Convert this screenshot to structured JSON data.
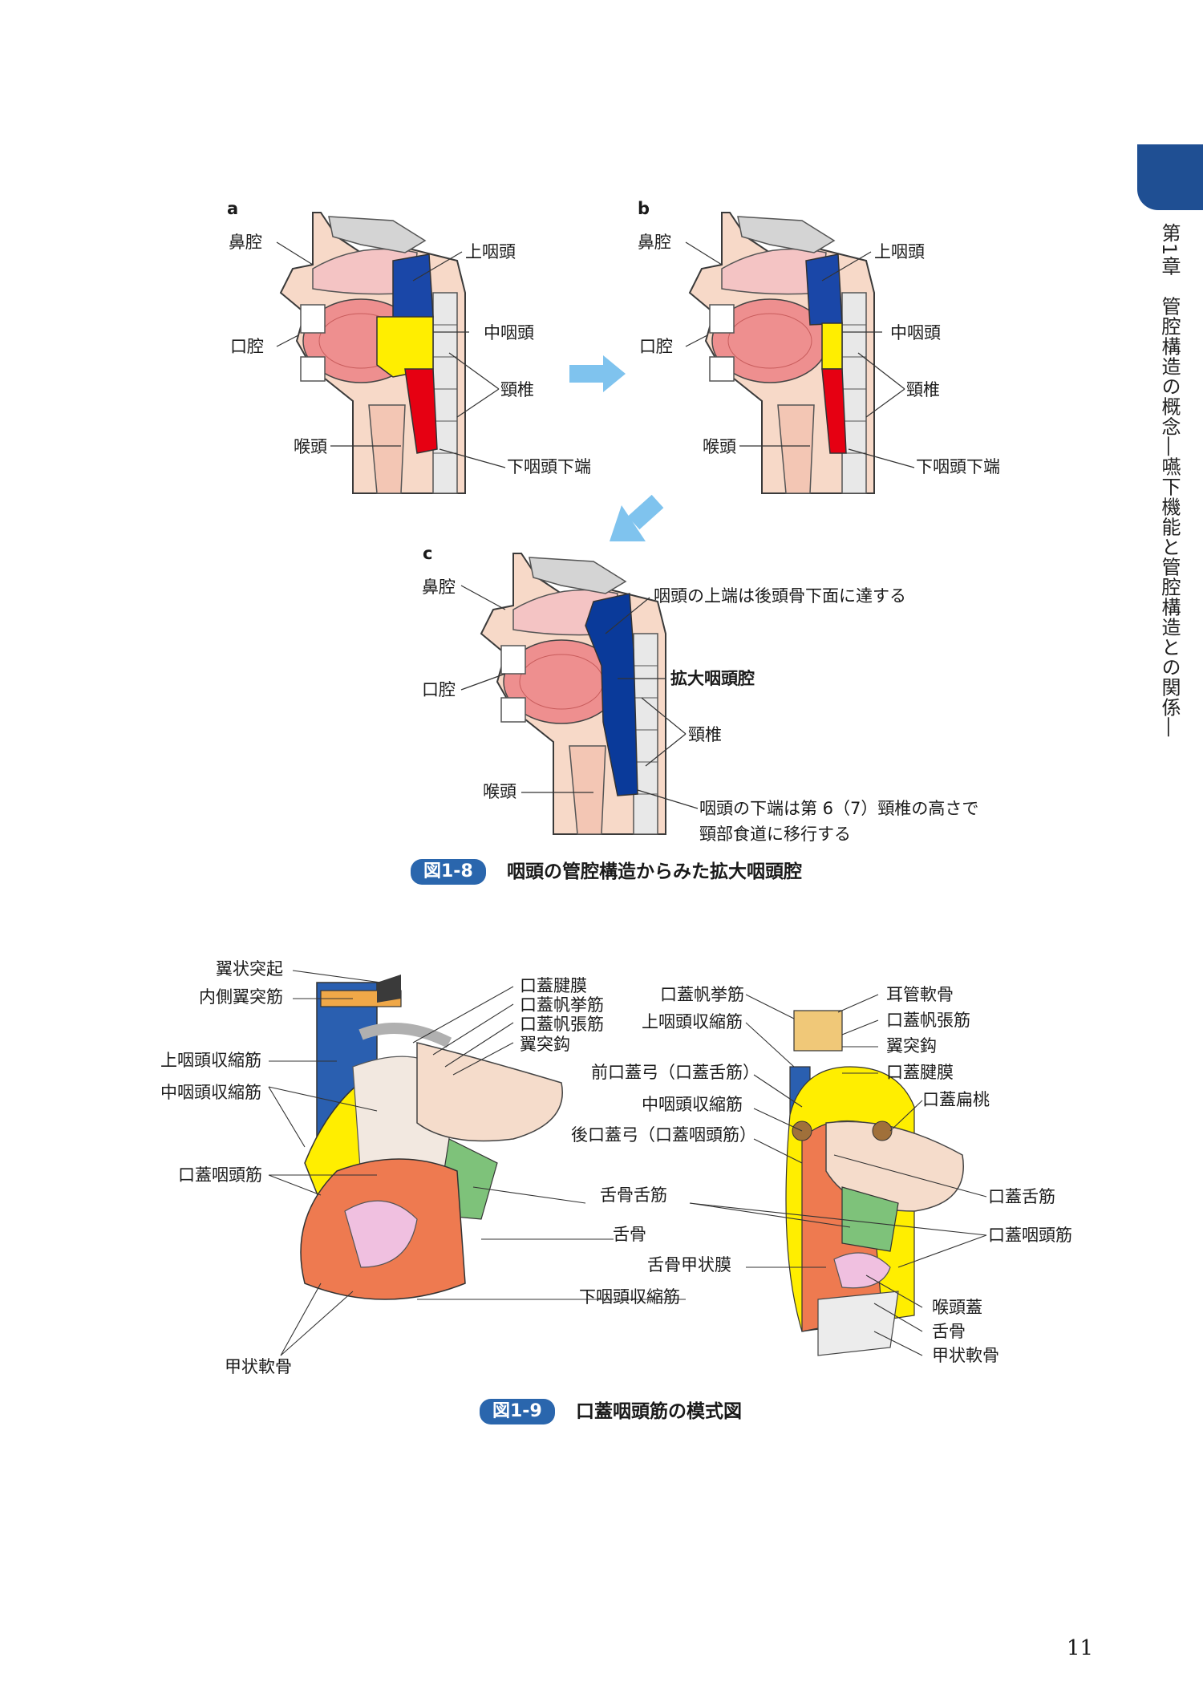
{
  "sidebar": {
    "chapter": "第1章　管腔構造の概念―嚥下機能と管腔構造との関係―",
    "tab_color": "#1f4f93"
  },
  "figure_1_8": {
    "panel_a": {
      "letter": "a",
      "labels": {
        "nasal_cavity": "鼻腔",
        "oral_cavity": "口腔",
        "larynx": "喉頭",
        "upper_pharynx": "上咽頭",
        "middle_pharynx": "中咽頭",
        "cervical_vertebrae": "頸椎",
        "lower_pharynx_end": "下咽頭下端"
      }
    },
    "panel_b": {
      "letter": "b",
      "labels": {
        "nasal_cavity": "鼻腔",
        "oral_cavity": "口腔",
        "larynx": "喉頭",
        "upper_pharynx": "上咽頭",
        "middle_pharynx": "中咽頭",
        "cervical_vertebrae": "頸椎",
        "lower_pharynx_end": "下咽頭下端"
      }
    },
    "panel_c": {
      "letter": "c",
      "labels": {
        "nasal_cavity": "鼻腔",
        "oral_cavity": "口腔",
        "larynx": "喉頭",
        "upper_end": "咽頭の上端は後頭骨下面に達する",
        "expanded": "拡大咽頭腔",
        "cervical_vertebrae": "頸椎",
        "lower_end_1": "咽頭の下端は第 6（7）頸椎の高さで",
        "lower_end_2": "頸部食道に移行する"
      }
    },
    "caption_badge": "図1-8",
    "caption": "咽頭の管腔構造からみた拡大咽頭腔",
    "colors": {
      "upper": "#1a47a8",
      "middle": "#ffee00",
      "lower": "#e60012",
      "expanded": "#0a3a9a",
      "arrow": "#7fc3ee"
    }
  },
  "figure_1_9": {
    "left": {
      "pterygoid_process": "翼状突起",
      "medial_pterygoid": "内側翼突筋",
      "sup_constrictor": "上咽頭収縮筋",
      "mid_constrictor": "中咽頭収縮筋",
      "palatopharyngeus": "口蓋咽頭筋",
      "thyroid_cartilage": "甲状軟骨"
    },
    "center": {
      "palatine_aponeurosis": "口蓋腱膜",
      "levator_veli": "口蓋帆挙筋",
      "tensor_veli": "口蓋帆張筋",
      "hamulus": "翼突鈎",
      "ant_arch": "前口蓋弓（口蓋舌筋）",
      "mid_constrictor": "中咽頭収縮筋",
      "post_arch": "後口蓋弓（口蓋咽頭筋）",
      "hyoglossus": "舌骨舌筋",
      "hyoid": "舌骨",
      "thyrohyoid_membrane": "舌骨甲状膜",
      "inf_constrictor": "下咽頭収縮筋"
    },
    "right": {
      "levator_veli": "口蓋帆挙筋",
      "sup_constrictor": "上咽頭収縮筋",
      "tubal_cartilage": "耳管軟骨",
      "tensor_veli": "口蓋帆張筋",
      "hamulus": "翼突鈎",
      "palatine_aponeurosis": "口蓋腱膜",
      "tonsil": "口蓋扁桃",
      "palatoglossus": "口蓋舌筋",
      "palatopharyngeus": "口蓋咽頭筋",
      "epiglottis": "喉頭蓋",
      "hyoid": "舌骨",
      "thyroid_cartilage": "甲状軟骨"
    },
    "caption_badge": "図1-9",
    "caption": "口蓋咽頭筋の模式図"
  },
  "page_number": "11"
}
